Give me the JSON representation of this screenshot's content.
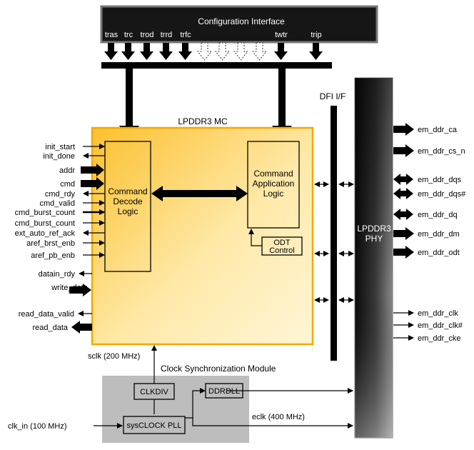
{
  "config_interface": {
    "title": "Configuration Interface",
    "params": [
      "tras",
      "trc",
      "trod",
      "trrd",
      "trfc",
      "twtr",
      "trip"
    ]
  },
  "mc": {
    "title": "LPDDR3 MC",
    "command_decode": [
      "Command",
      "Decode",
      "Logic"
    ],
    "command_application": [
      "Command",
      "Application",
      "Logic"
    ],
    "odt_control": [
      "ODT",
      "Control"
    ]
  },
  "dfi_label": "DFI I/F",
  "phy": {
    "line1": "LPDDR3",
    "line2": "PHY"
  },
  "left_signals": [
    "init_start",
    "init_done",
    "addr",
    "cmd",
    "cmd_rdy",
    "cmd_valid",
    "cmd_burst_count",
    "cmd_burst_count",
    "ext_auto_ref_ack",
    "aref_brst_enb",
    "aref_pb_enb",
    "datain_rdy",
    "write_data",
    "read_data_valid",
    "read_data"
  ],
  "right_signals": [
    "em_ddr_ca",
    "em_ddr_cs_n",
    "em_ddr_dqs",
    "em_ddr_dqs#",
    "em_ddr_dq",
    "em_ddr_dm",
    "em_ddr_odt",
    "em_ddr_clk",
    "em_ddr_clk#",
    "em_ddr_cke"
  ],
  "clock": {
    "sclk_label": "sclk (200 MHz)",
    "module_title": "Clock Synchronization Module",
    "clkdiv": "CLKDIV",
    "ddrdll": "DDRDLL",
    "pll": "sysCLOCK PLL",
    "clk_in_label": "clk_in (100 MHz)",
    "eclk_label": "eclk (400 MHz)"
  }
}
